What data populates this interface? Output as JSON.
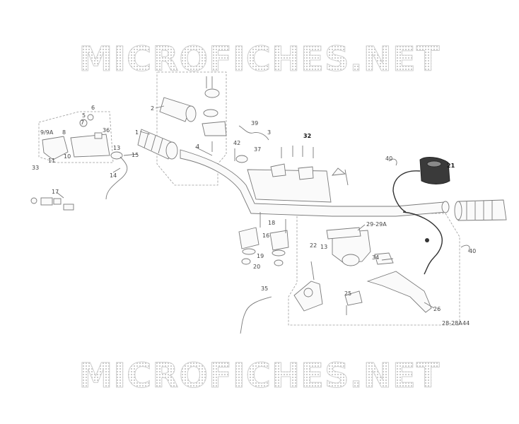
{
  "watermark": {
    "top_text": "MICROFICHES.NET",
    "bottom_text": "MICROFICHES.NET"
  },
  "diagram": {
    "callouts": {
      "c1": "1",
      "c2": "2",
      "c3": "3",
      "c4": "4",
      "c5": "5",
      "c6": "6",
      "c7": "7",
      "c8": "8",
      "c9_9a": "9/9A",
      "c10": "10",
      "c11": "11",
      "c13a": "13",
      "c13b": "13",
      "c14": "14",
      "c15": "15",
      "c16": "16",
      "c17": "17",
      "c18": "18",
      "c19": "19",
      "c20": "20",
      "c21": "21",
      "c22": "22",
      "c25": "25",
      "c26": "26",
      "c28_28a": "28-28A",
      "c29_29a": "29-29A",
      "c32": "32",
      "c33": "33",
      "c34": "34",
      "c35": "35",
      "c36": "36",
      "c37": "37",
      "c39": "39",
      "c40a": "40",
      "c40b": "40",
      "c42": "42",
      "c44": "44"
    }
  }
}
